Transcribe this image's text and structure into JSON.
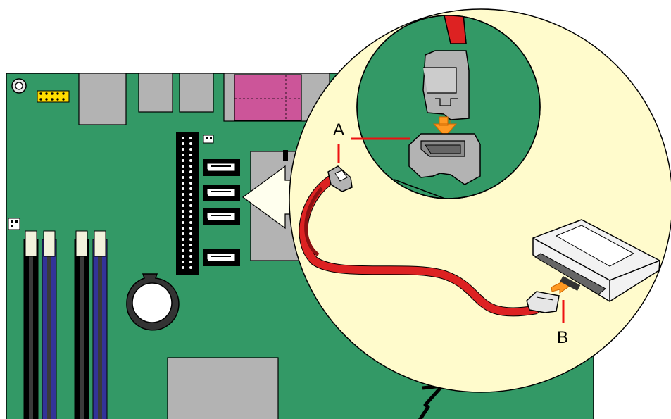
{
  "callouts": {
    "a": {
      "label": "A",
      "target": "sata-connector-on-board"
    },
    "b": {
      "label": "B",
      "target": "sata-connector-on-drive"
    }
  },
  "colors": {
    "board": "#339966",
    "zoom_circle": "#fffbcc",
    "cable": "#dd2222",
    "callout_line": "#ee1111",
    "arrow": "#ff9922",
    "dimm_black": "#000000",
    "dimm_blue": "#333399",
    "io_pink": "#cc5599",
    "connector_gray": "#b3b3b3"
  },
  "icons": [
    "motherboard",
    "dimm-slots",
    "sata-ports",
    "ide-header",
    "cmos-battery",
    "io-panel",
    "sata-cable",
    "hard-drive",
    "zoom-magnifier"
  ]
}
